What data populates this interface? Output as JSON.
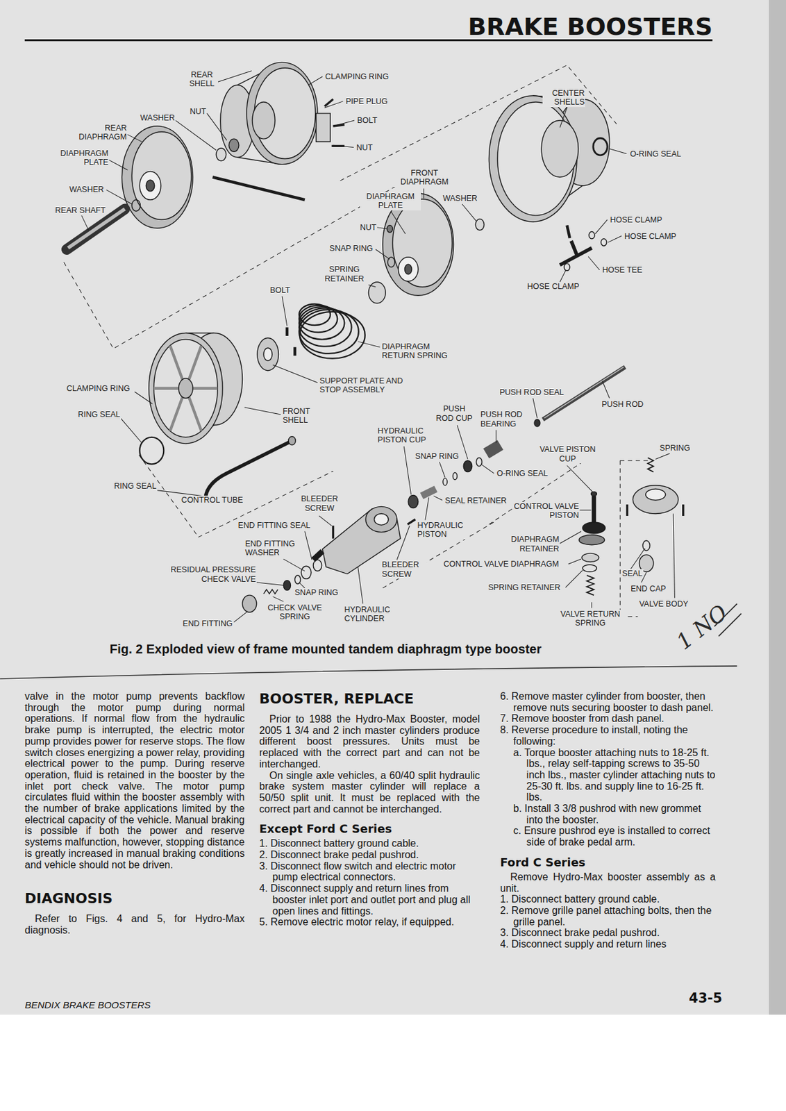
{
  "diagram": {
    "title": "BRAKE BOOSTERS",
    "caption": "Fig. 2 Exploded view of frame mounted tandem diaphragm type booster",
    "labels": [
      "REAR SHELL",
      "CLAMPING RING",
      "PIPE PLUG",
      "NUT",
      "WASHER",
      "BOLT",
      "REAR DIAPHRAGM",
      "NUT",
      "DIAPHRAGM PLATE",
      "CENTER SHELLS",
      "O-RING SEAL",
      "FRONT DIAPHRAGM",
      "DIAPHRAGM PLATE",
      "WASHER",
      "WASHER",
      "REAR SHAFT",
      "HOSE CLAMP",
      "HOSE CLAMP",
      "NUT",
      "SNAP RING",
      "SPRING RETAINER",
      "HOSE TEE",
      "BOLT",
      "HOSE CLAMP",
      "DIAPHRAGM RETURN SPRING",
      "SUPPORT PLATE AND STOP ASSEMBLY",
      "CLAMPING RING",
      "PUSH ROD SEAL",
      "PUSH ROD",
      "PUSH ROD CUP",
      "PUSH ROD BEARING",
      "RING SEAL",
      "FRONT SHELL",
      "HYDRAULIC PISTON CUP",
      "VALVE PISTON CUP",
      "SPRING",
      "SNAP RING",
      "O-RING SEAL",
      "RING SEAL",
      "CONTROL TUBE",
      "BLEEDER SCREW",
      "SEAL RETAINER",
      "CONTROL VALVE PISTON",
      "END FITTING SEAL",
      "HYDRAULIC PISTON",
      "DIAPHRAGM RETAINER",
      "END FITTING WASHER",
      "BLEEDER SCREW",
      "CONTROL VALVE DIAPHRAGM",
      "RESIDUAL PRESSURE CHECK VALVE",
      "SEAL",
      "SNAP RING",
      "SPRING RETAINER",
      "END CAP",
      "VALVE BODY",
      "CHECK VALVE SPRING",
      "HYDRAULIC CYLINDER",
      "END FITTING",
      "VALVE RETURN SPRING",
      "valve in the motor pump prevents backflow through the motor pump during normal operations. If normal flow from the hydraulic brake pump is interrupted, the electric motor pump provides power for reserve stops. The flow switch closes energizing a power relay, providing electrical power to the pump. During reserve operation, fluid is retained in the booster by the inlet port check valve. The motor pump circulates fluid within the booster assembly with the number of brake applications limited by the electrical capacity of the vehicle. Manual braking is possible if both the power and reserve systems malfunction, however, stopping distance is greatly increased in manual braking conditions and vehicle should not be driven.",
      "DIAGNOSIS",
      "Refer to Figs. 4 and 5, for Hydro-Max diagnosis.",
      "BOOSTER, REPLACE",
      "Prior to 1988 the Hydro-Max Booster, model 2005 1 3/4 and 2 inch master cylinders produce different boost pressures. Units must be replaced with the correct part and can not be interchanged.",
      "On single axle vehicles, a 60/40 split hydraulic brake system master cylinder will replace a 50/50 split unit. It must be replaced with the correct part and cannot be interchanged.",
      "Except Ford C Series",
      "1. Disconnect battery ground cable.",
      "2. Disconnect brake pedal pushrod.",
      "3. Disconnect flow switch and electric motor pump electrical connectors.",
      "4. Disconnect supply and return lines from booster inlet port and outlet port and plug all open lines and fittings.",
      "5. Remove electric motor relay, if equipped.",
      "6. Remove master cylinder from booster, then remove nuts securing booster to dash panel.",
      "7. Remove booster from dash panel.",
      "8. Reverse procedure to install, noting the following:",
      "a. Torque booster attaching nuts to 18-25 ft. lbs., relay self-tapping screws to 35-50 inch lbs., master cylinder attaching nuts to 25-30 ft. lbs. and supply line to 16-25 ft. lbs.",
      "b. Install 3 3/8 pushrod with new grommet into the booster.",
      "c. Ensure pushrod eye is installed to correct side of brake pedal arm.",
      "Ford C Series",
      "Remove Hydro-Max booster assembly as a unit.",
      "1. Disconnect battery ground cable.",
      "2. Remove grille panel attaching bolts, then the grille panel.",
      "3. Disconnect brake pedal pushrod.",
      "4. Disconnect supply and return lines",
      "BENDIX BRAKE BOOSTERS",
      "43-5",
      "1 NO"
    ]
  }
}
